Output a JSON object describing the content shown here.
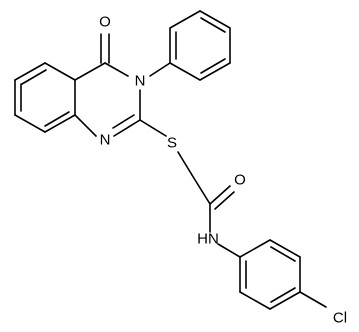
{
  "structure": {
    "atoms": {
      "O": "O",
      "N_ring_top": "N",
      "N_ring_bottom": "N",
      "S": "S",
      "O_amide": "O",
      "NH": "HN",
      "Cl": "Cl"
    }
  }
}
